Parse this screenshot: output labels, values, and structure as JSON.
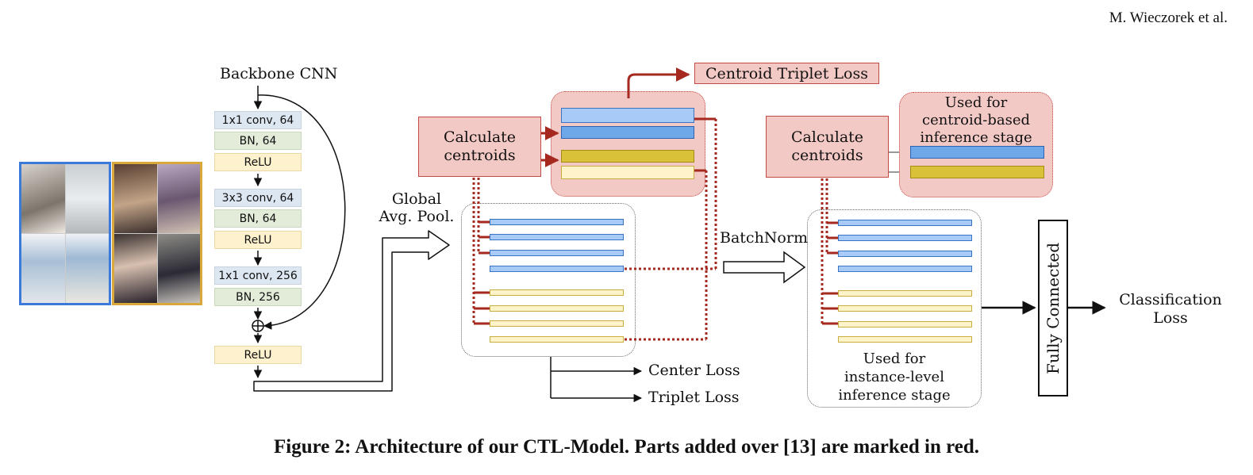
{
  "header": {
    "author": "M. Wieczorek et al."
  },
  "figure": {
    "backbone_title": "Backbone CNN",
    "layers": [
      {
        "label": "1x1 conv, 64",
        "kind": "conv"
      },
      {
        "label": "BN, 64",
        "kind": "bn"
      },
      {
        "label": "ReLU",
        "kind": "relu"
      },
      {
        "label": "3x3 conv, 64",
        "kind": "conv"
      },
      {
        "label": "BN, 64",
        "kind": "bn"
      },
      {
        "label": "ReLU",
        "kind": "relu"
      },
      {
        "label": "1x1 conv, 256",
        "kind": "conv"
      },
      {
        "label": "BN, 256",
        "kind": "bn"
      },
      {
        "label": "ReLU",
        "kind": "relu"
      }
    ],
    "global_pool": "Global\nAvg. Pool.",
    "calc_centroids_left": "Calculate\ncentroids",
    "calc_centroids_right": "Calculate\ncentroids",
    "centroid_triplet_loss": "Centroid Triplet Loss",
    "centroid_inference": "Used for\ncentroid-based\ninference stage",
    "batchnorm": "BatchNorm",
    "center_loss": "Center Loss",
    "triplet_loss": "Triplet Loss",
    "instance_inference": "Used for\ninstance-level\ninference stage",
    "fully_connected": "Fully Connected",
    "classification_loss": "Classification\nLoss",
    "colors": {
      "red": "#a5291f",
      "blue_border": "#3b7ad9",
      "gold_border": "#d8a93a"
    }
  },
  "caption": "Figure 2: Architecture of our CTL-Model. Parts added over [13] are marked in red."
}
